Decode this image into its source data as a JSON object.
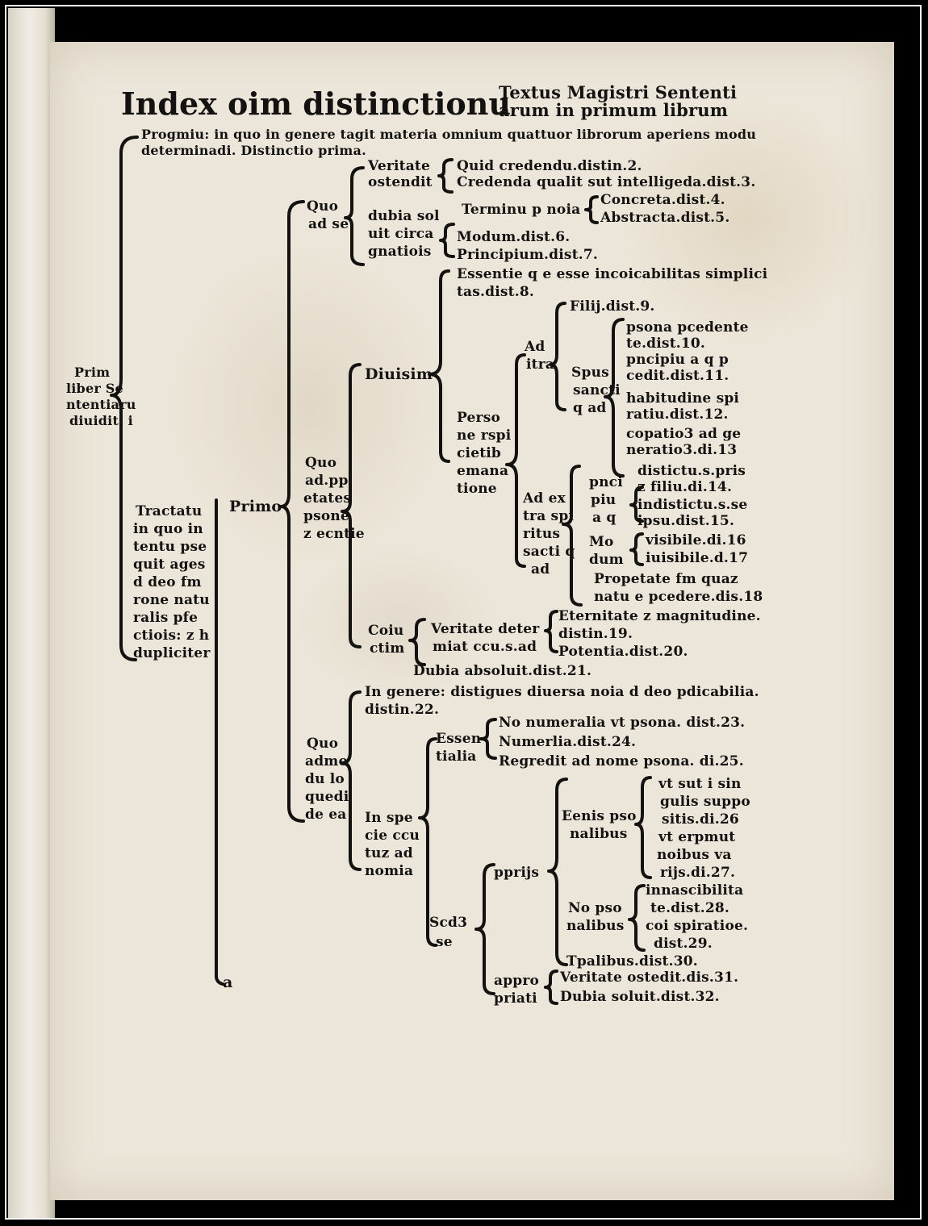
{
  "title": {
    "main": "Index oim distinctionu",
    "sub_line1": "Textus Magistri Sententi",
    "sub_line2": "arum in primum librum"
  },
  "prologue": {
    "line1": "Progmiu: in quo in genere tagit materia omnium quattuor librorum aperiens modu",
    "line2": "determinadi. Distinctio prima."
  },
  "left_column": {
    "primus_liber": [
      "Prim",
      "liber Se",
      "ntentiaru",
      "diuidit. i"
    ],
    "tractatus": [
      "Tractatu",
      "in quo in",
      "tentu pse",
      "quit ages",
      "d deo fm",
      "rone natu",
      "ralis pfe",
      "ctiois: z h",
      "dupliciter"
    ],
    "primo": "Primo"
  },
  "branch_quo_ad_se": {
    "label": [
      "Quo",
      "ad se"
    ],
    "veritatem": [
      "Veritate",
      "ostendit"
    ],
    "dubia": [
      "dubia sol",
      "uit circa",
      "gnatiois"
    ],
    "quid_credendum": "Quid credendu.distin.2.",
    "credenda": "Credenda qualit sut intelligeda.dist.3.",
    "terminum": "Terminu p noia",
    "concreta": "Concreta.dist.4.",
    "abstracta": "Abstracta.dist.5.",
    "modum": "Modum.dist.6.",
    "principium": "Principium.dist.7."
  },
  "branch_proprietates": {
    "label": [
      "Quo",
      "ad.pp",
      "etates",
      "psone",
      "z ecntie"
    ],
    "essentie_line1": "Essentie q e esse incoicabilitas simplici",
    "essentie_line2": "tas.dist.8.",
    "diuisim": "Diuisim",
    "persone": [
      "Perso",
      "ne rspi",
      "cietib",
      "emana",
      "tione"
    ],
    "ad_intra": [
      "Ad",
      "itra"
    ],
    "filii": "Filij.dist.9.",
    "spus_sancti": [
      "Spus",
      "sancti",
      "q ad"
    ],
    "right_items": [
      "psona pcedente",
      "te.dist.10.",
      "pncipiu a q p",
      "cedit.dist.11.",
      "habitudine spi",
      "ratiu.dist.12.",
      "copatio3 ad ge",
      "neratio3.di.13",
      "distictu.s.pris",
      "z filiu.di.14.",
      "indistictu.s.se",
      "ipsu.dist.15.",
      "visibile.di.16",
      "iuisibile.d.17",
      "Propetate fm quaz",
      "natu e pcedere.dis.18"
    ],
    "ad_extra": [
      "Ad ex",
      "tra spi",
      "ritus",
      "sacti q",
      "ad"
    ],
    "principium": [
      "pnci",
      "piu",
      "a q"
    ],
    "modum": [
      "Mo",
      "dum"
    ],
    "coniunctim": [
      "Coiu",
      "ctim"
    ],
    "veritatem": [
      "Veritate deter",
      "miat ccu.s.ad"
    ],
    "eternitate": "Eternitate z magnitudine.",
    "distin19": "distin.19.",
    "potentia": "Potentia.dist.20.",
    "dubia": "Dubia absoluit.dist.21."
  },
  "branch_quomodo": {
    "label": [
      "Quo",
      "admo",
      "du lo",
      "quedi",
      "de ea"
    ],
    "in_genere_line1": "In genere: distigues diuersa noia d deo pdicabilia.",
    "in_genere_line2": "distin.22.",
    "in_specie": [
      "In spe",
      "cie ccu",
      "tuz ad",
      "nomia"
    ],
    "essentialia": [
      "Essen",
      "tialia"
    ],
    "non_numeralia": "No numeralia vt psona. dist.23.",
    "numeralia": "Numerlia.dist.24.",
    "regreditur": "Regredit ad nome psona. di.25.",
    "secundum_se": [
      "Scd3",
      "se"
    ],
    "proprijs": "pprijs",
    "eternis": [
      "Eenis pso",
      "nalibus"
    ],
    "eternis_items": [
      "vt sut i sin",
      "gulis suppo",
      "sitis.di.26",
      "vt erpmut",
      "noibus va",
      "rijs.di.27."
    ],
    "non_psonalibus": [
      "No pso",
      "nalibus"
    ],
    "non_psonalibus_items": [
      "innascibilita",
      "te.dist.28.",
      "coi spiratioe.",
      "dist.29."
    ],
    "temporalibus": "Tpalibus.dist.30.",
    "appropriatis": [
      "appro",
      "priati"
    ],
    "veritatem": "Veritate ostedit.dis.31.",
    "dubia": "Dubia soluit.dist.32."
  },
  "footer_mark": "a",
  "colors": {
    "paper": "#ece6da",
    "ink": "#141210",
    "frame": "#000000"
  }
}
